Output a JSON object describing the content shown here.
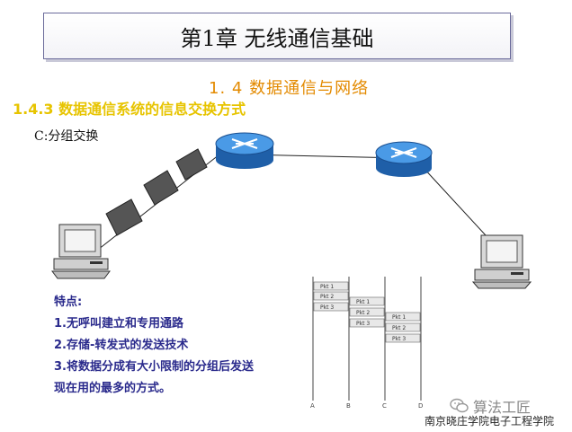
{
  "slide": {
    "chapter_title": "第1章  无线通信基础",
    "subtitle": "1. 4  数据通信与网络",
    "section_heading": "1.4.3 数据通信系统的信息交换方式",
    "topic_label": "C:分组交换"
  },
  "features": {
    "heading": "特点:",
    "items": [
      "1.无呼叫建立和专用通路",
      "2.存储-转发式的发送技术",
      "3.将数据分成有大小限制的分组后发送",
      "现在用的最多的方式。"
    ]
  },
  "timing_diagram": {
    "node_labels": [
      "A",
      "B",
      "C",
      "D"
    ],
    "packets": [
      {
        "label": "Pkt 1"
      },
      {
        "label": "Pkt 2"
      },
      {
        "label": "Pkt 3"
      },
      {
        "label": "Pkt 1"
      },
      {
        "label": "Pkt 2"
      },
      {
        "label": "Pkt 3"
      },
      {
        "label": "Pkt 1"
      },
      {
        "label": "Pkt 2"
      },
      {
        "label": "Pkt 3"
      }
    ]
  },
  "watermark": {
    "brand": "算法工匠",
    "institution": "南京晓庄学院电子工程学院",
    "icon": "wechat-icon"
  },
  "colors": {
    "subtitle": "#e38a00",
    "section": "#e7c400",
    "features": "#2a2a8c",
    "router": "#2f7fd0"
  }
}
